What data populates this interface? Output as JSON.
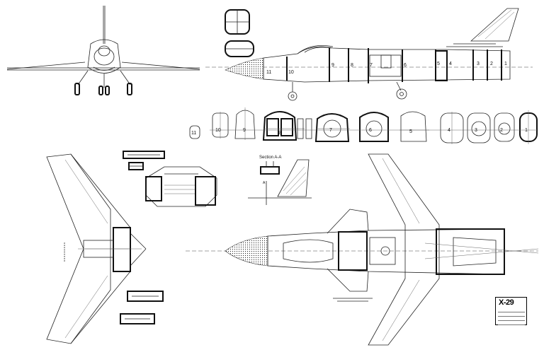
{
  "drawing": {
    "title": "X-29",
    "section_label": "Section A-A",
    "section_marker": "A",
    "station_numbers_side": [
      "11",
      "10",
      "9",
      "8",
      "7",
      "6",
      "5",
      "4",
      "3",
      "2",
      "1"
    ],
    "station_numbers_sections": [
      "11",
      "10",
      "9",
      "8",
      "7",
      "6",
      "5",
      "4",
      "3",
      "2",
      "1"
    ]
  },
  "colors": {
    "line": "#222222",
    "background": "#ffffff"
  },
  "icons": [
    "title-block-icon"
  ]
}
